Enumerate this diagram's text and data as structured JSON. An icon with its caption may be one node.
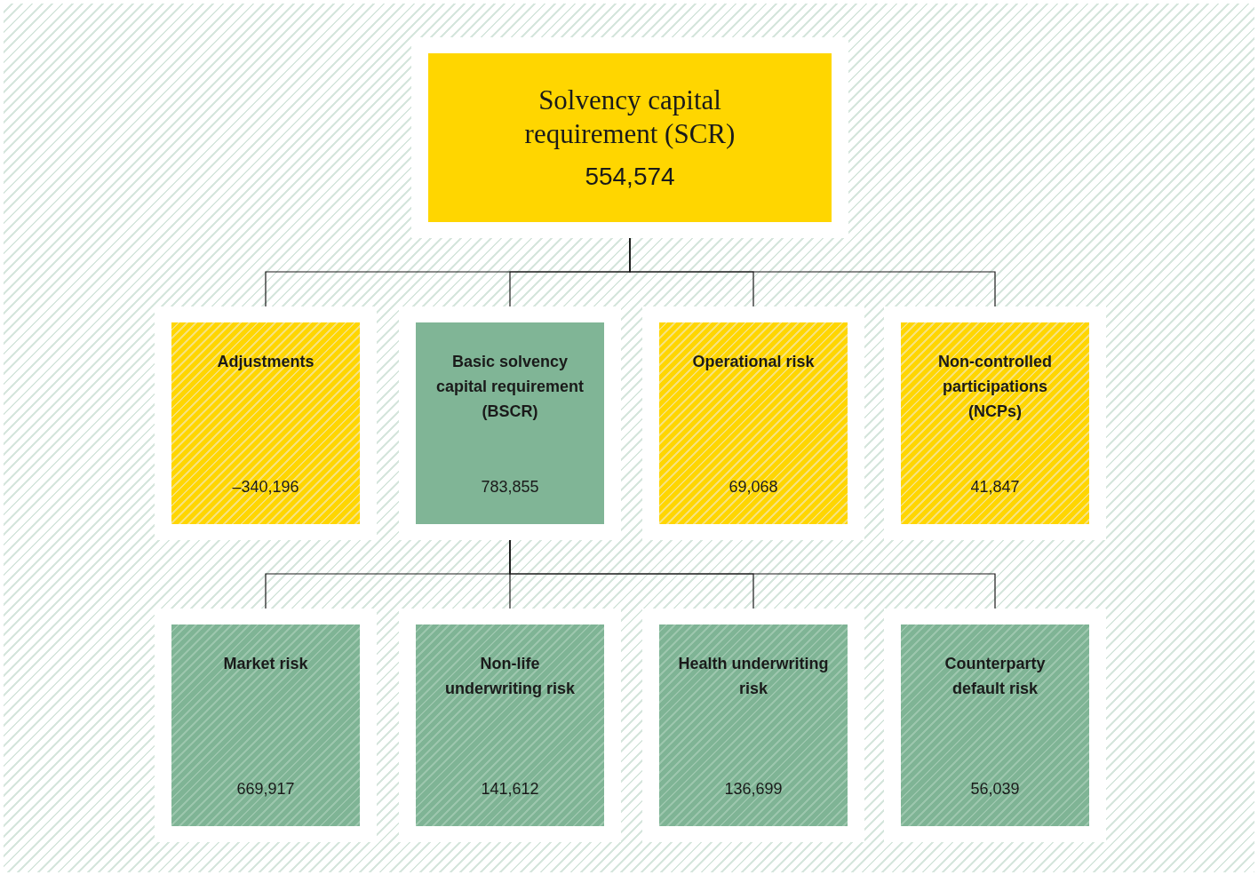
{
  "diagram": {
    "nodes": [
      {
        "text": [
          "Solvency capital requirement (SCR)",
          "554,574"
        ]
      },
      {
        "text": [
          "Adjustments",
          "–340,196"
        ]
      },
      {
        "text": [
          "Basic solvency capital requirement (BSCR)",
          "783,855"
        ]
      },
      {
        "text": [
          "Operational risk",
          "69,068"
        ]
      },
      {
        "text": [
          "Non-controlled participations (NCPs)",
          "41,847"
        ]
      },
      {
        "text": [
          "Market risk",
          "669,917"
        ]
      },
      {
        "text": [
          "Non-life underwriting risk",
          "141,612"
        ]
      },
      {
        "text": [
          "Health underwriting risk",
          "136,699"
        ]
      },
      {
        "text": [
          "Counterparty default risk",
          "56,039"
        ]
      }
    ],
    "edges": [
      {
        "from": 0,
        "to": 1,
        "arrow": "none"
      },
      {
        "from": 0,
        "to": 2,
        "arrow": "none"
      },
      {
        "from": 0,
        "to": 3,
        "arrow": "none"
      },
      {
        "from": 0,
        "to": 4,
        "arrow": "none"
      },
      {
        "from": 2,
        "to": 5,
        "arrow": "none"
      },
      {
        "from": 2,
        "to": 6,
        "arrow": "none"
      },
      {
        "from": 2,
        "to": 7,
        "arrow": "none"
      },
      {
        "from": 2,
        "to": 8,
        "arrow": "none"
      }
    ]
  }
}
